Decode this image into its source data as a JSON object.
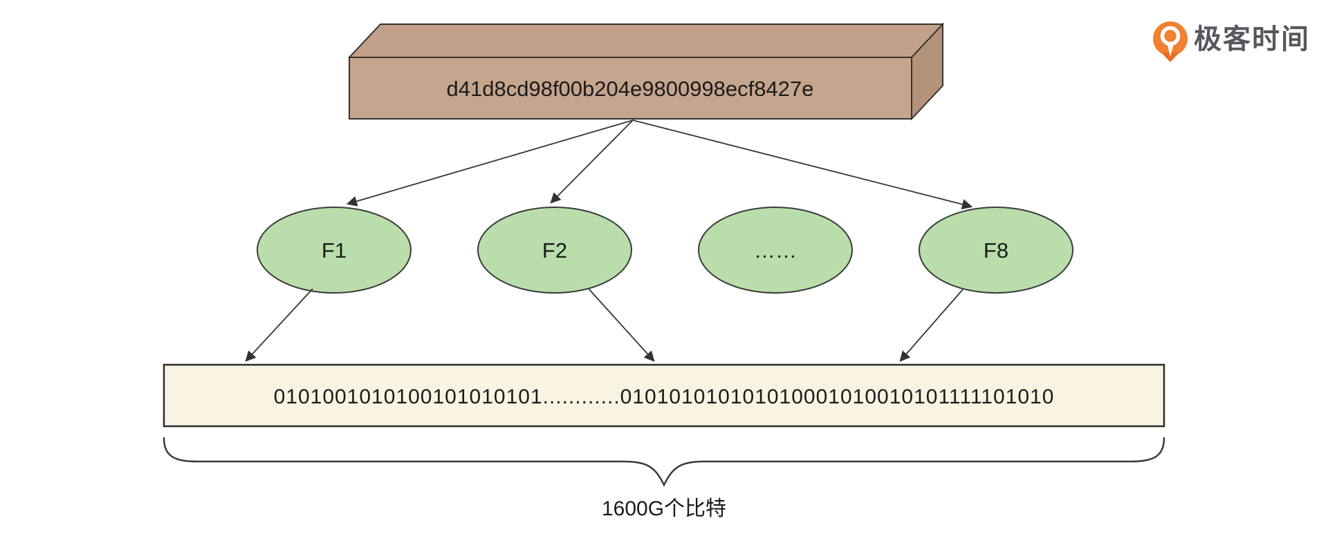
{
  "logo": {
    "text": "极客时间",
    "icon": "geektime-pin-icon",
    "orange": "#f08032",
    "orange_deep": "#e96c22",
    "text_color": "#55585e"
  },
  "colors": {
    "stroke": "#333333",
    "box_front": "#c6a58d",
    "box_top": "#c2a089",
    "box_side": "#b5927a",
    "node_fill": "#b9deac",
    "strip_fill": "#f8f4e1",
    "text": "#1a1a1a"
  },
  "diagram": {
    "hash_box": {
      "label": "d41d8cd98f00b204e9800998ecf8427e"
    },
    "nodes": [
      {
        "label": "F1"
      },
      {
        "label": "F2"
      },
      {
        "label": "……"
      },
      {
        "label": "F8"
      }
    ],
    "bitstream": {
      "label": "0101001010100101010101............010101010101010001010010101111101010"
    },
    "caption": "1600G个比特"
  }
}
